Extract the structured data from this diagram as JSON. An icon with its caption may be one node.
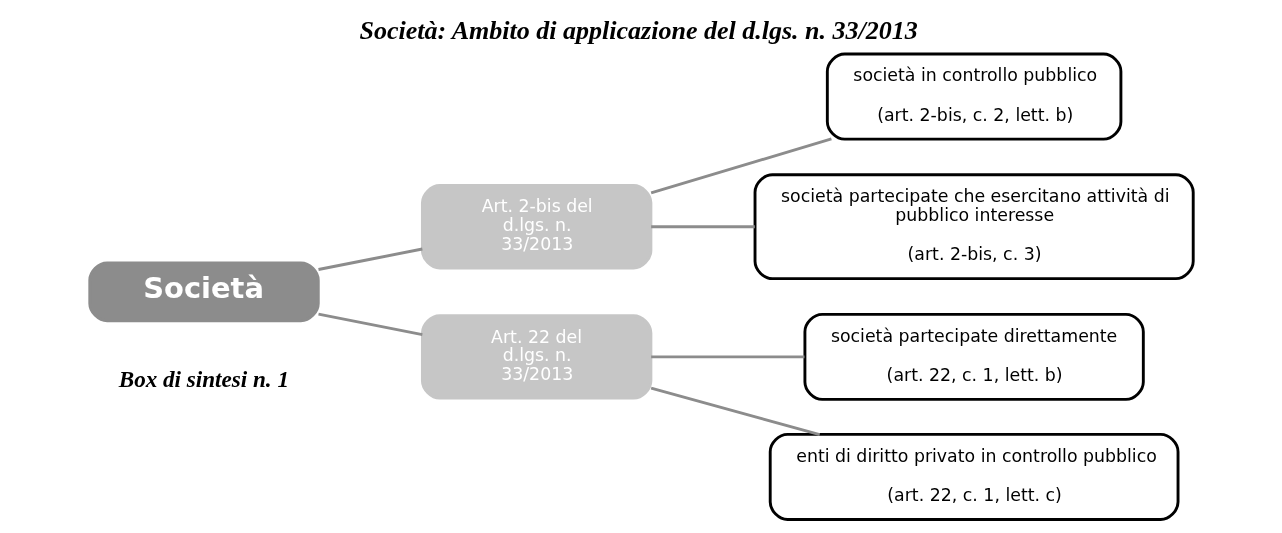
{
  "diagram": {
    "title": "Società: Ambito di applicazione del d.lgs. n. 33/2013",
    "nodes": [
      {
        "text": [
          "Società"
        ]
      },
      {
        "text": [
          "Art. 2-bis del d.lgs. n. 33/2013"
        ]
      },
      {
        "text": [
          "Art. 22 del d.lgs. n. 33/2013"
        ]
      },
      {
        "text": [
          "società in controllo pubblico",
          "(art. 2-bis, c. 2, lett. b)"
        ]
      },
      {
        "text": [
          "società partecipate che esercitano attività di pubblico interesse",
          "(art. 2-bis, c. 3)"
        ]
      },
      {
        "text": [
          "società partecipate direttamente",
          "(art. 22, c. 1, lett. b)"
        ]
      },
      {
        "text": [
          "enti di diritto privato in controllo pubblico",
          "(art. 22, c. 1, lett. c)"
        ]
      }
    ],
    "edges": [
      {
        "from": 0,
        "to": 1,
        "arrow": "none"
      },
      {
        "from": 0,
        "to": 2,
        "arrow": "none"
      },
      {
        "from": 1,
        "to": 3,
        "arrow": "none"
      },
      {
        "from": 1,
        "to": 4,
        "arrow": "none"
      },
      {
        "from": 2,
        "to": 5,
        "arrow": "none"
      },
      {
        "from": 2,
        "to": 6,
        "arrow": "none"
      }
    ],
    "labels": [
      "Box di sintesi n. 1"
    ]
  }
}
